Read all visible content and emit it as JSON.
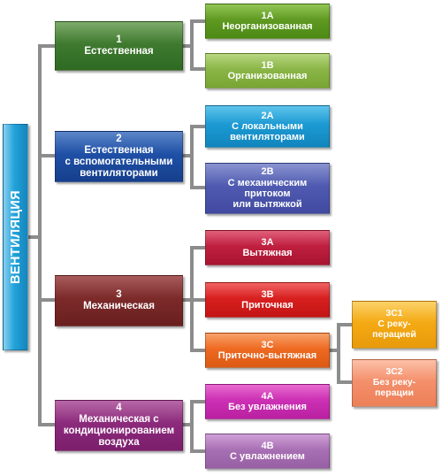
{
  "root": {
    "label": "ВЕНТИЛЯЦИЯ",
    "color": "#22a3db"
  },
  "nodes": {
    "n1": {
      "code": "1",
      "lines": [
        "Естественная"
      ],
      "color": "#3f7a30"
    },
    "n1a": {
      "code": "1А",
      "lines": [
        "Неорганизованная"
      ],
      "color": "#5f9a22"
    },
    "n1b": {
      "code": "1В",
      "lines": [
        "Организованная"
      ],
      "color": "#8bb648"
    },
    "n2": {
      "code": "2",
      "lines": [
        "Естественная",
        "с вспомогательными",
        "вентиляторами"
      ],
      "color": "#1f50a6"
    },
    "n2a": {
      "code": "2А",
      "lines": [
        "С локальными",
        "вентиляторами"
      ],
      "color": "#1c9ad3"
    },
    "n2b": {
      "code": "2В",
      "lines": [
        "С механическим",
        "притоком",
        "или вытяжкой"
      ],
      "color": "#4f5ab0"
    },
    "n3": {
      "code": "3",
      "lines": [
        "Механическая"
      ],
      "color": "#7c2a2a"
    },
    "n3a": {
      "code": "3А",
      "lines": [
        "Вытяжная"
      ],
      "color": "#c02040"
    },
    "n3b": {
      "code": "3В",
      "lines": [
        "Приточная"
      ],
      "color": "#d82020"
    },
    "n3c": {
      "code": "3С",
      "lines": [
        "Приточно-вытяжная"
      ],
      "color": "#ee6a22"
    },
    "n3c1": {
      "code": "3С1",
      "lines": [
        "С реку-",
        "перацией"
      ],
      "color": "#f4aa14"
    },
    "n3c2": {
      "code": "3С2",
      "lines": [
        "Без реку-",
        "перации"
      ],
      "color": "#f4906c"
    },
    "n4": {
      "code": "4",
      "lines": [
        "Механическая с",
        "кондиционированием",
        "воздуха"
      ],
      "color": "#8c2a7c"
    },
    "n4a": {
      "code": "4А",
      "lines": [
        "Без увлажнения"
      ],
      "color": "#cc30b4"
    },
    "n4b": {
      "code": "4В",
      "lines": [
        "С увлажнением"
      ],
      "color": "#a870b4"
    }
  }
}
